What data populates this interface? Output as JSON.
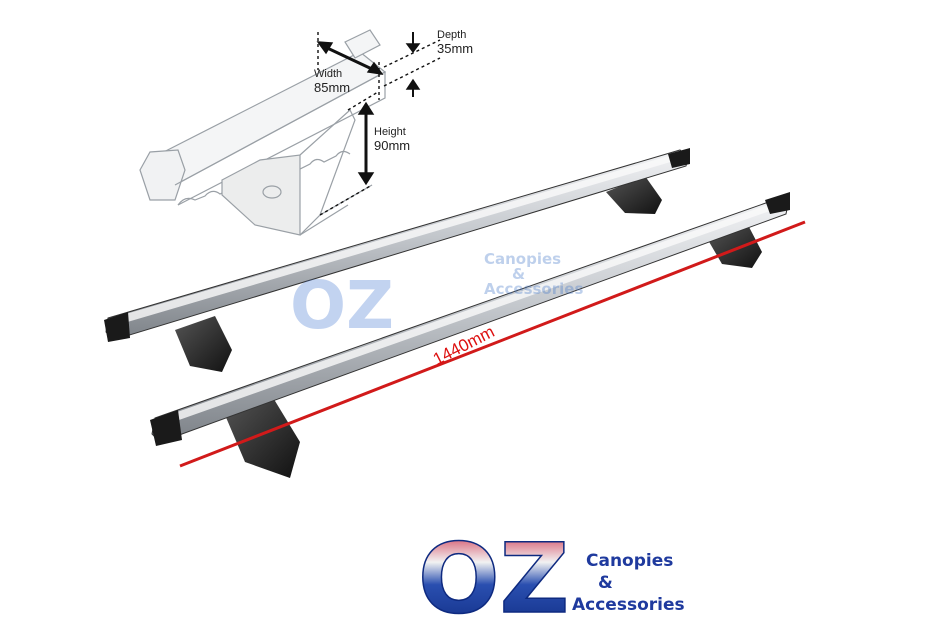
{
  "diagram": {
    "depth_label": "Depth",
    "depth_value": "35mm",
    "width_label": "Width",
    "width_value": "85mm",
    "height_label": "Height",
    "height_value": "90mm"
  },
  "length_label": "1440mm",
  "watermark": {
    "logo_letters": "OZ",
    "line1": "Canopies",
    "line2": "&",
    "line3": "Accessories"
  },
  "logo": {
    "letters": "OZ",
    "line1": "Canopies",
    "line2": "&",
    "line3": "Accessories"
  },
  "colors": {
    "length_line": "#d11a1a",
    "logo_text": "#1f3a9e",
    "bar_silver": "#c9cdd2",
    "bar_dark": "#1a1a1a"
  }
}
